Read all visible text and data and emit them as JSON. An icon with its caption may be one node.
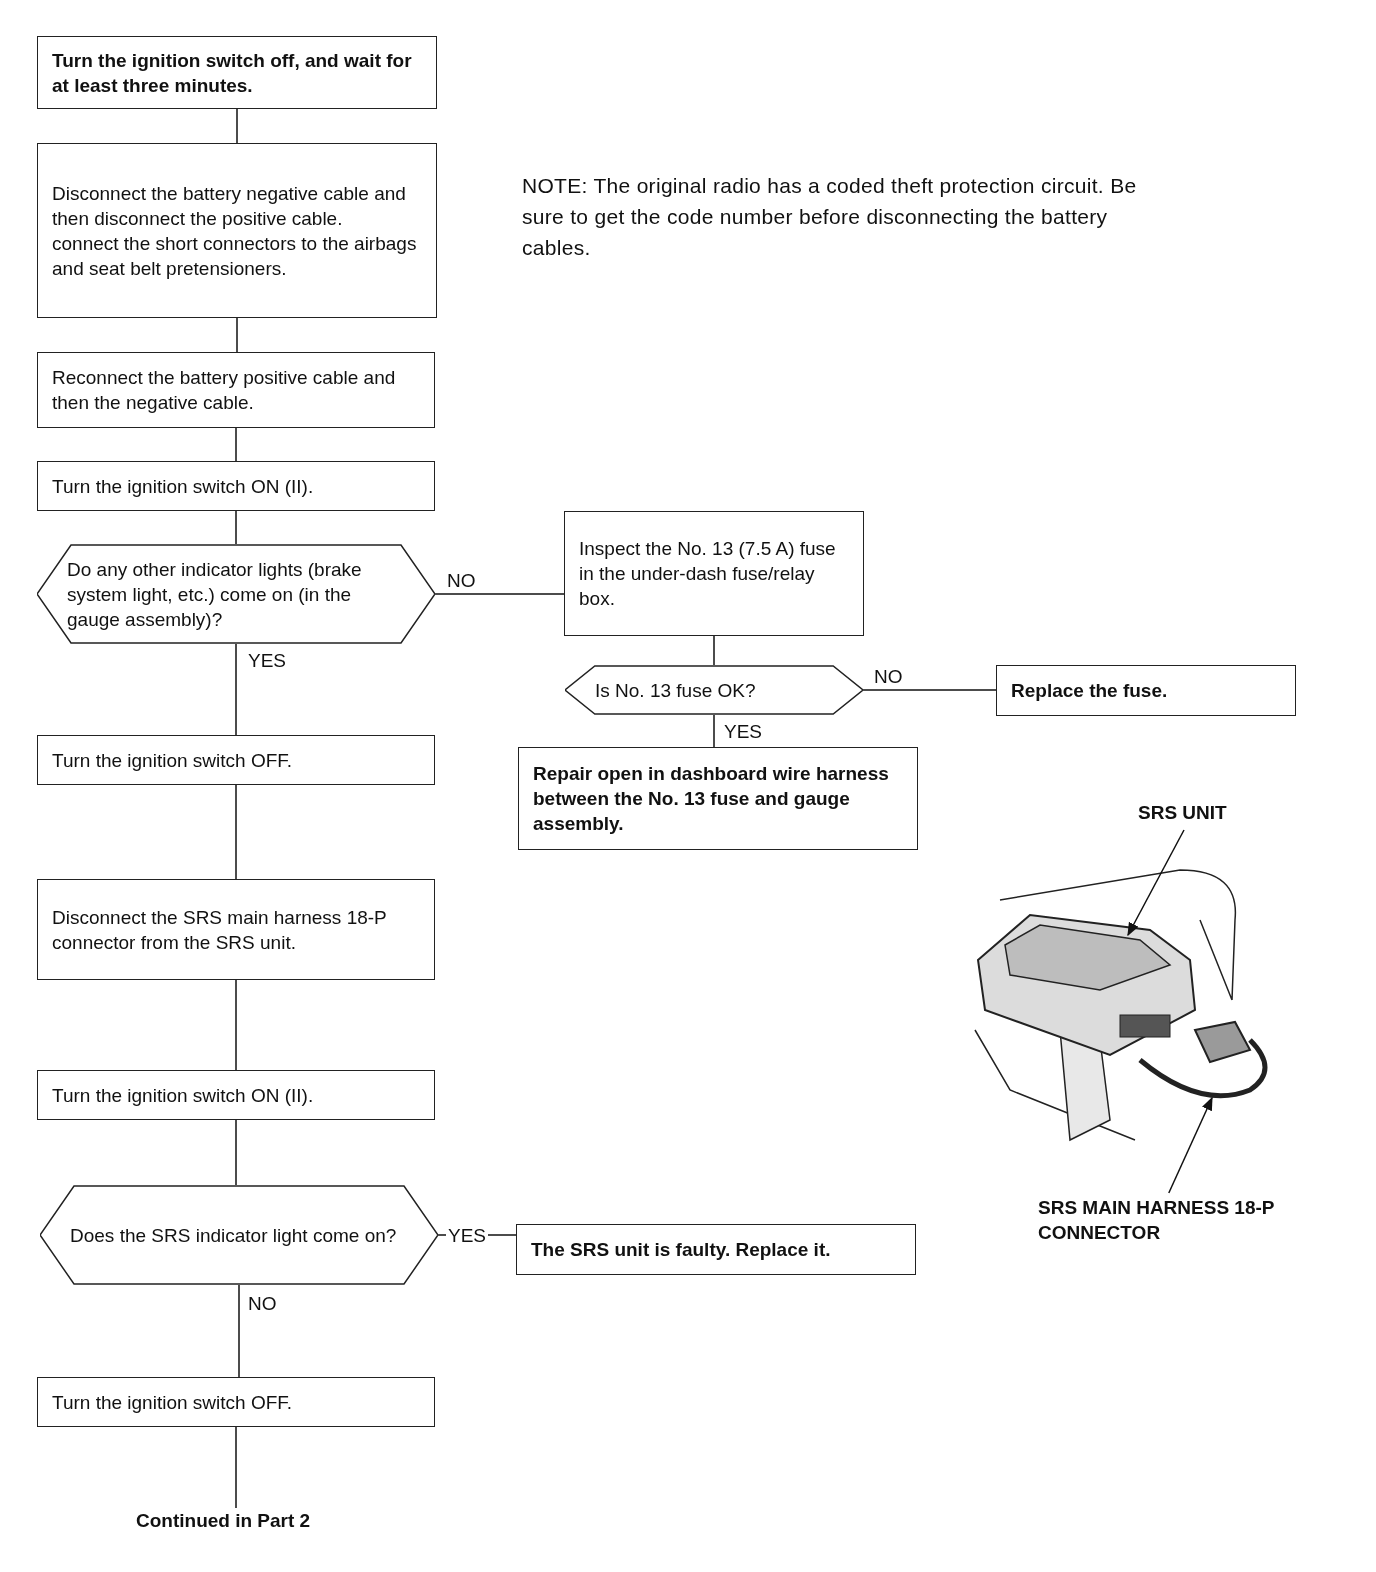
{
  "diagram": {
    "nodes": [
      {
        "text": [
          "Turn the ignition switch off, and wait for at least three minutes."
        ]
      },
      {
        "text": [
          "Disconnect the battery negative cable and then disconnect the positive cable.",
          "connect the short connectors to the airbags and seat belt pretensioners."
        ]
      },
      {
        "text": [
          "Reconnect the battery positive cable and then the negative cable."
        ]
      },
      {
        "text": [
          "Turn the ignition switch ON (II)."
        ]
      },
      {
        "text": [
          "Do any other indicator lights (brake system light, etc.) come on (in the gauge assembly)?"
        ]
      },
      {
        "text": [
          "Inspect the No. 13 (7.5 A) fuse in the under-dash fuse/relay box."
        ]
      },
      {
        "text": [
          "Is No. 13 fuse OK?"
        ]
      },
      {
        "text": [
          "Replace the fuse."
        ]
      },
      {
        "text": [
          "Repair open in dashboard wire harness between the No. 13 fuse and gauge assembly."
        ]
      },
      {
        "text": [
          "Turn the ignition switch OFF."
        ]
      },
      {
        "text": [
          "Disconnect the SRS main harness 18-P connector from the SRS unit."
        ]
      },
      {
        "text": [
          "Turn the ignition switch ON (II)."
        ]
      },
      {
        "text": [
          "Does the SRS indicator light come on?"
        ]
      },
      {
        "text": [
          "The SRS unit is faulty. Replace it."
        ]
      },
      {
        "text": [
          "Turn the ignition switch OFF."
        ]
      },
      {
        "text": [
          "Continued in Part 2"
        ]
      },
      {
        "text": [
          "SRS UNIT"
        ]
      },
      {
        "text": [
          "SRS MAIN HARNESS 18-P CONNECTOR"
        ]
      },
      {
        "text": [],
        "shape": "box"
      },
      {
        "text": [],
        "shape": "box"
      }
    ],
    "edges": [
      {
        "from": 0,
        "to": 1,
        "arrow": "none"
      },
      {
        "from": 1,
        "to": 2,
        "arrow": "none"
      },
      {
        "from": 2,
        "to": 3,
        "arrow": "none"
      },
      {
        "from": 3,
        "to": 4,
        "arrow": "none"
      },
      {
        "from": 4,
        "to": 5,
        "arrow": "none",
        "label": "NO"
      },
      {
        "from": 4,
        "to": 9,
        "arrow": "none",
        "label": "YES"
      },
      {
        "from": 5,
        "to": 6,
        "arrow": "none"
      },
      {
        "from": 6,
        "to": 7,
        "arrow": "none",
        "label": "NO"
      },
      {
        "from": 6,
        "to": 8,
        "arrow": "none",
        "label": "YES"
      },
      {
        "from": 9,
        "to": 10,
        "arrow": "none"
      },
      {
        "from": 10,
        "to": 11,
        "arrow": "none"
      },
      {
        "from": 11,
        "to": 12,
        "arrow": "none"
      },
      {
        "from": 12,
        "to": 13,
        "arrow": "none",
        "label": "YES"
      },
      {
        "from": 12,
        "to": 14,
        "arrow": "none",
        "label": "NO"
      },
      {
        "from": 14,
        "to": 15,
        "arrow": "none"
      },
      {
        "from": 16,
        "to": 18,
        "arrow": "to"
      },
      {
        "from": 17,
        "to": 19,
        "arrow": "to"
      }
    ],
    "labels": [
      "NOTE: The original radio has a coded theft protection circuit. Be sure to get the code number before disconnecting the battery cables."
    ]
  }
}
